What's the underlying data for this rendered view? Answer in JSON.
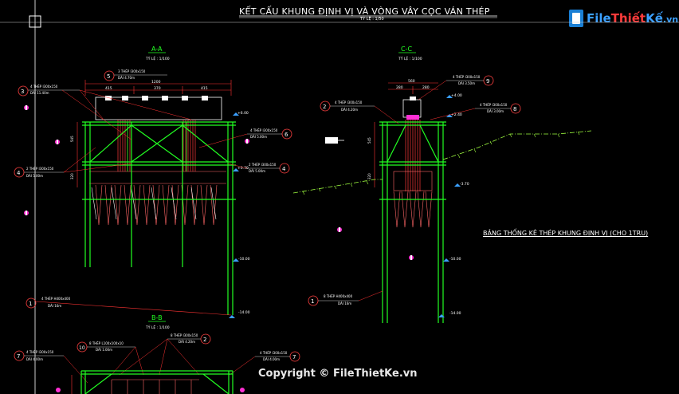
{
  "title": "KẾT CẤU KHUNG ĐỊNH VỊ VÀ VÒNG VÂY CỌC VÁN THÉP",
  "scale": "TỶ LỆ : 1/50",
  "logo": {
    "part1": "File",
    "part2": "Thiết",
    "part3": "Kế",
    "suffix": ".vn"
  },
  "copyright": "Copyright © FileThietKe.vn",
  "table_title": "BẢNG THỐNG KÊ THÉP KHUNG ĐỊNH VỊ (CHO 1TRU)",
  "sections": {
    "aa": {
      "label": "A-A",
      "scale": "TỶ LỆ : 1/100"
    },
    "cc": {
      "label": "C-C",
      "scale": "TỶ LỆ : 1/100"
    },
    "bb": {
      "label": "B-B",
      "scale": "TỶ LỆ : 1/100"
    }
  },
  "dims": {
    "aa_total": "1200",
    "aa_a": "415",
    "aa_b": "370",
    "aa_c": "415",
    "cc_total": "560",
    "cc_a": "280",
    "cc_b": "280"
  },
  "levels": {
    "aa_top": "+6.00",
    "aa_mid": "+0.70",
    "aa_bot": "-10.00",
    "aa_tip": "-14.00",
    "cc_top": "+2.40",
    "cc_top2": "+4.00",
    "cc_mid": "-3.70",
    "cc_low": "-10.00",
    "cc_tip": "-14.00"
  },
  "callouts": {
    "aa_c5": {
      "num": "5",
      "text": "3 THÉP I300x150",
      "sub": "DÀI 4.70m"
    },
    "aa_c3": {
      "num": "3",
      "text": "4 THÉP I300x150",
      "sub": "DÀI 11.40m"
    },
    "aa_c4": {
      "num": "4",
      "text": "2 THÉP I300x150",
      "sub": "DÀI 5.00m"
    },
    "aa_c6": {
      "num": "6",
      "text": "4 THÉP I300x150",
      "sub": "DÀI 5.00m"
    },
    "aa_c4r": {
      "num": "4",
      "text": "2 THÉP I300x150",
      "sub": "DÀI 5.00m"
    },
    "aa_c1": {
      "num": "1",
      "text": "4 THÉP H400x400",
      "sub": "DÀI 16m"
    },
    "cc_c2": {
      "num": "2",
      "text": "4 THÉP I300x150",
      "sub": "DÀI 4.20m"
    },
    "cc_c9": {
      "num": "9",
      "text": "4 THÉP I300x150",
      "sub": "DÀI 3.50m"
    },
    "cc_c8": {
      "num": "8",
      "text": "4 THÉP I300x150",
      "sub": "DÀI 3.00m"
    },
    "cc_c1": {
      "num": "1",
      "text": "8 THÉP H400x400",
      "sub": "DÀI 16m"
    },
    "bb_c7": {
      "num": "7",
      "text": "4 THÉP I300x150",
      "sub": "DÀI 4.00m"
    },
    "bb_c10": {
      "num": "10",
      "text": "8 THÉP L100x100x10",
      "sub": "DÀI 1.00m"
    },
    "bb_c2": {
      "num": "2",
      "text": "8 THÉP I300x150",
      "sub": "DÀI 4.20m"
    },
    "bb_c7r": {
      "num": "7",
      "text": "4 THÉP I300x150",
      "sub": "DÀI 4.00m"
    }
  },
  "colors": {
    "structure": "#22ff22",
    "pile": "#ff4444",
    "dim": "#ff3333",
    "text": "#ffffff",
    "ground": "#a0ff40",
    "callout_circle": "#ff4040",
    "accent_blue": "#3ba0ff",
    "pile_cap_fill": "#ff2fd4"
  }
}
